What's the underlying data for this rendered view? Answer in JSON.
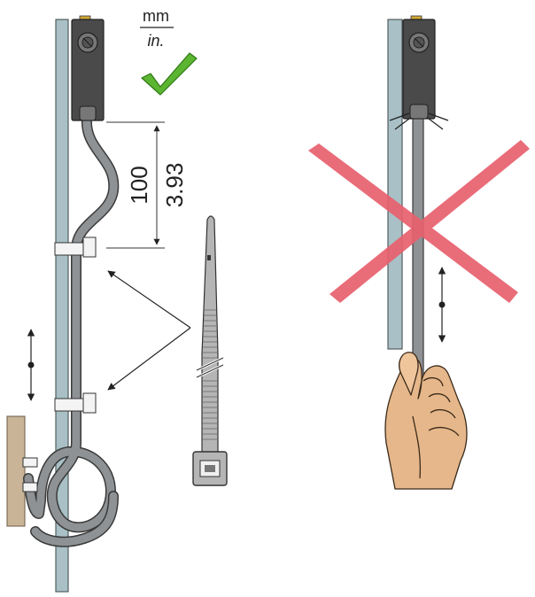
{
  "units": {
    "primary": "mm",
    "secondary": "in."
  },
  "dimension": {
    "mm_value": "100",
    "in_value": "3.93"
  },
  "colors": {
    "rail": "#a8c0c6",
    "rail_stroke": "#555d60",
    "cable": "#8f9294",
    "sensor_body": "#4a4a4a",
    "check": "#5cb531",
    "cross": "#e8606e",
    "hand": "#e6b78a",
    "wall": "#c9b497",
    "tie": "#b5b5b5"
  },
  "icons": {
    "correct": "check-icon",
    "incorrect": "cross-icon",
    "movement": "double-arrow-icon"
  }
}
